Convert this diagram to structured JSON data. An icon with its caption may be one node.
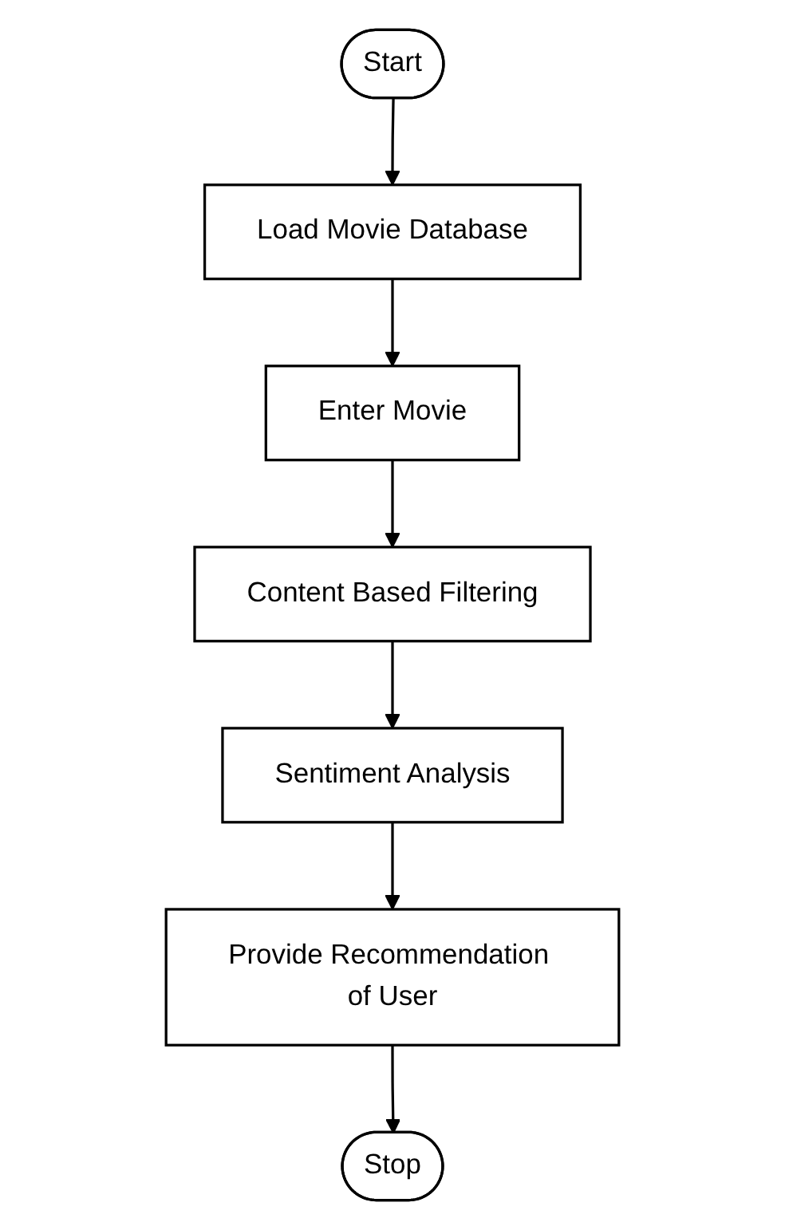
{
  "diagram": {
    "nodes": [
      {
        "text": [
          "Start"
        ]
      },
      {
        "text": [
          "Load Movie Database"
        ]
      },
      {
        "text": [
          "Enter Movie"
        ]
      },
      {
        "text": [
          "Content Based Filtering"
        ]
      },
      {
        "text": [
          "Sentiment Analysis"
        ]
      },
      {
        "text": [
          "Provide Recommendation of User"
        ]
      },
      {
        "text": [
          "Stop"
        ]
      }
    ],
    "edges": [
      {
        "from": 0,
        "to": 1,
        "arrow": "to"
      },
      {
        "from": 1,
        "to": 2,
        "arrow": "to"
      },
      {
        "from": 2,
        "to": 3,
        "arrow": "to"
      },
      {
        "from": 3,
        "to": 4,
        "arrow": "to"
      },
      {
        "from": 4,
        "to": 5,
        "arrow": "to"
      },
      {
        "from": 5,
        "to": 6,
        "arrow": "to"
      }
    ]
  }
}
